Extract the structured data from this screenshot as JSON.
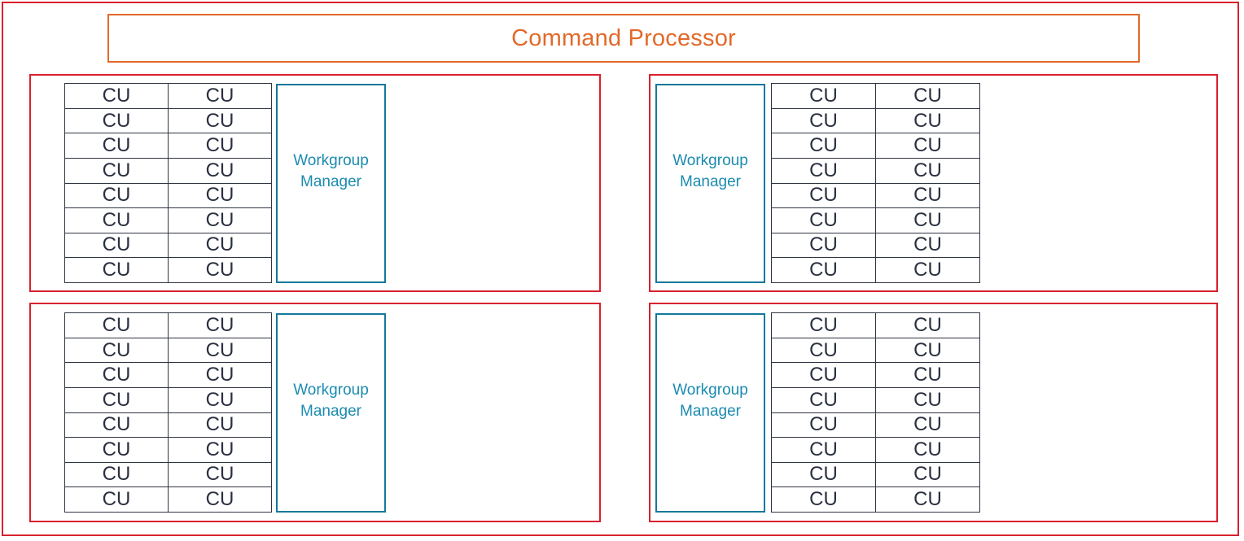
{
  "header": {
    "title": "Command Processor",
    "title_color": "#e2692a",
    "chassis_border_color": "#d9202e"
  },
  "colors": {
    "chassis_red": "#d9202e",
    "title_orange": "#e2692a",
    "manager_teal": "#1b8bb0",
    "manager_border_teal": "#15789b",
    "cu_text": "#2a3040",
    "cu_border": "#2f3541"
  },
  "manager": {
    "label_line1": "Workgroup",
    "label_line2": "Manager"
  },
  "cu": {
    "label": "CU",
    "rows": 8,
    "cols": 2
  },
  "quadrants": [
    {
      "id": "quad-tl",
      "position": "top-left",
      "layout": "table-first",
      "cu_count": 16,
      "manager_label": "Workgroup Manager"
    },
    {
      "id": "quad-tr",
      "position": "top-right",
      "layout": "manager-first",
      "cu_count": 16,
      "manager_label": "Workgroup Manager"
    },
    {
      "id": "quad-bl",
      "position": "bottom-left",
      "layout": "table-first",
      "cu_count": 16,
      "manager_label": "Workgroup Manager"
    },
    {
      "id": "quad-br",
      "position": "bottom-right",
      "layout": "manager-first",
      "cu_count": 16,
      "manager_label": "Workgroup Manager"
    }
  ],
  "diagram": {
    "total_workgroup_managers": 4,
    "total_compute_units": 64
  }
}
